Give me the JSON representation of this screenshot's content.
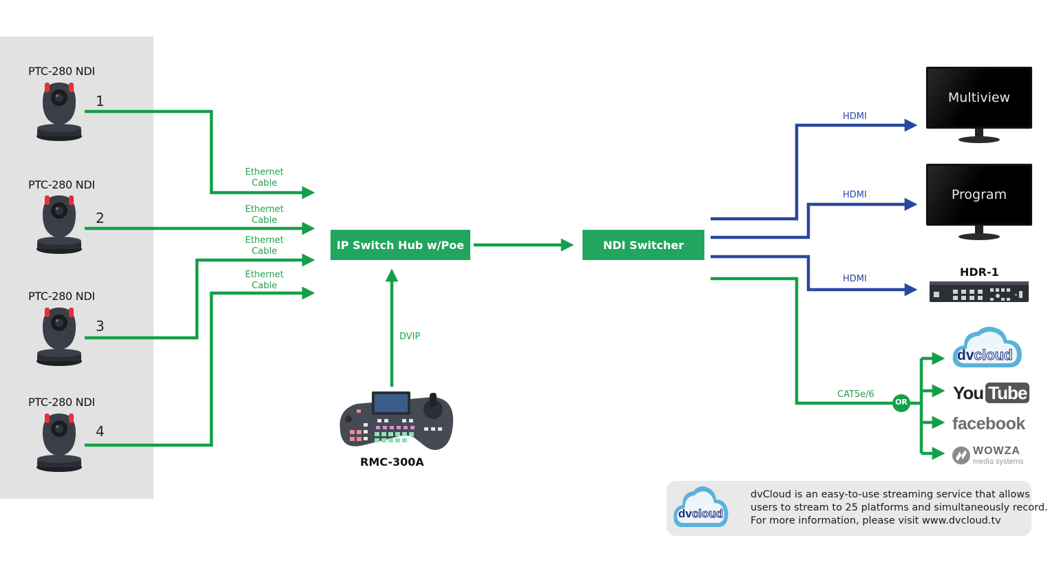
{
  "colors": {
    "ethernet_green": "#13a04a",
    "node_green": "#22a55e",
    "hdmi_blue": "#2a48a0",
    "panel_gray": "#e2e2e2"
  },
  "cameras": [
    {
      "model": "PTC-280 NDI",
      "number": "1"
    },
    {
      "model": "PTC-280 NDI",
      "number": "2"
    },
    {
      "model": "PTC-280 NDI",
      "number": "3"
    },
    {
      "model": "PTC-280 NDI",
      "number": "4"
    }
  ],
  "cable_labels": [
    {
      "line1": "Ethernet",
      "line2": "Cable"
    },
    {
      "line1": "Ethernet",
      "line2": "Cable"
    },
    {
      "line1": "Ethernet",
      "line2": "Cable"
    },
    {
      "line1": "Ethernet",
      "line2": "Cable"
    }
  ],
  "nodes": {
    "switch_hub": "IP Switch Hub w/Poe",
    "ndi_switcher": "NDI Switcher"
  },
  "controller": {
    "model": "RMC-300A",
    "link_label": "DVIP"
  },
  "outputs": {
    "hdmi_labels": [
      "HDMI",
      "HDMI",
      "HDMI"
    ],
    "monitors": [
      "Multiview",
      "Program"
    ],
    "recorder": "HDR-1",
    "stream_link_label": "CAT5e/6",
    "or_badge": "OR",
    "platforms": [
      {
        "name": "dvcloud",
        "icon": "dvcloud-logo-icon"
      },
      {
        "name": "YouTube",
        "icon": "youtube-logo-icon"
      },
      {
        "name": "facebook",
        "icon": "facebook-logo-icon"
      },
      {
        "name": "WOWZA media systems",
        "icon": "wowza-logo-icon"
      }
    ]
  },
  "logos": {
    "dv": "dv",
    "cloud": "cloud",
    "you": "You",
    "tube": "Tube",
    "facebook": "facebook",
    "wowza": "WOWZA",
    "wowza_sub": "media systems"
  },
  "info_box": {
    "lines": [
      "dvCloud is an easy-to-use streaming service that allows",
      "users to stream to 25 platforms and simultaneously record.",
      "For more information, please visit www.dvcloud.tv"
    ]
  }
}
